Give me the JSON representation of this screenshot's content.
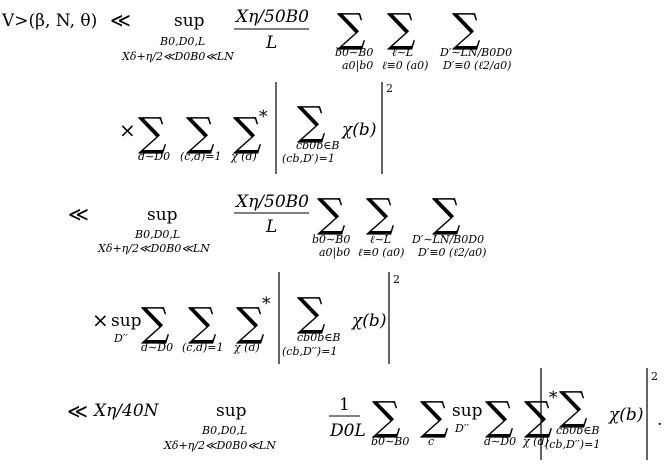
{
  "equation": {
    "lhs": "V>(β, N, θ)",
    "rel_ll": "≪",
    "sup": "sup",
    "times": "×",
    "sum": "∑",
    "star": "*",
    "dot": ".",
    "sq": "2",
    "row1": {
      "sup_sub1": "B0,D0,L",
      "sup_sub2": "Xδ+η/2≪D0B0≪LN",
      "frac_num": "Xη/50B0",
      "frac_den": "L",
      "s1_sub1": "b0∼B0",
      "s1_sub2": "a0|b0",
      "s2_sub1": "ℓ∼L",
      "s2_sub2": "ℓ≡0 (a0)",
      "s3_sub1": "D′∼LN/B0D0",
      "s3_sub2": "D′≡0 (ℓ2/a0)"
    },
    "row2": {
      "s1_sub": "d∼D0",
      "s2_sub": "(c,d)=1",
      "s3_sub": "χ (d)",
      "inner_sub1": "cb0b∈B",
      "inner_sub2": "(cb,D′)=1",
      "chi": "χ(b)"
    },
    "row3": {
      "sup_sub1": "B0,D0,L",
      "sup_sub2": "Xδ+η/2≪D0B0≪LN",
      "frac_num": "Xη/50B0",
      "frac_den": "L",
      "s1_sub1": "b0∼B0",
      "s1_sub2": "a0|b0",
      "s2_sub1": "ℓ∼L",
      "s2_sub2": "ℓ≡0 (a0)",
      "s3_sub1": "D′∼LN/B0D0",
      "s3_sub2": "D′≡0 (ℓ2/a0)"
    },
    "row4": {
      "sup_sub": "D′′",
      "s1_sub": "d∼D0",
      "s2_sub": "(c,d)=1",
      "s3_sub": "χ (d)",
      "inner_sub1": "cb0b∈B",
      "inner_sub2": "(cb,D′′)=1",
      "chi": "χ(b)"
    },
    "row5": {
      "lead": "Xη/40N",
      "sup_sub1": "B0,D0,L",
      "sup_sub2": "Xδ+η/2≪D0B0≪LN",
      "frac_num": "1",
      "frac_den": "D0L",
      "s1_sub": "b0∼B0",
      "s2_sub": "c",
      "sup2_sub": "D′′",
      "s3_sub": "d∼D0",
      "s4_sub": "χ (d)",
      "inner_sub1": "cb0b∈B",
      "inner_sub2": "(cb,D′′)=1",
      "chi": "χ(b)"
    }
  }
}
